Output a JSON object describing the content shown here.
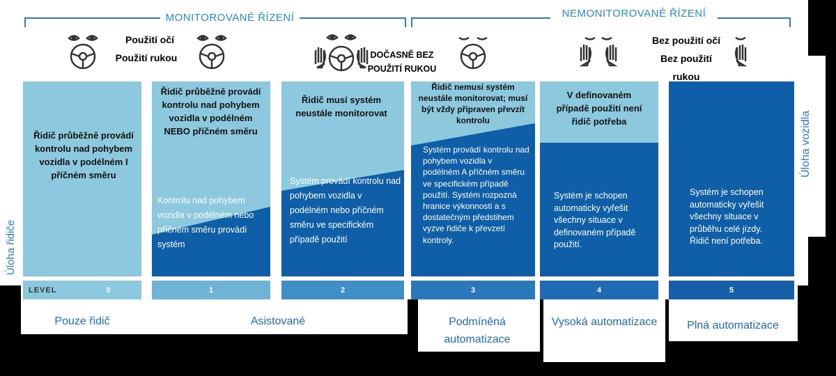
{
  "header": {
    "monitored": "MONITOROVANÉ ŘÍZENÍ",
    "unmonitored": "NEMONITOROVANÉ ŘÍZENÍ"
  },
  "labels": {
    "eyes_hands_line1": "Použití očí",
    "eyes_hands_line2": "Použití rukou",
    "temp_hands_line1": "DOČASNĚ BEZ",
    "temp_hands_line2": "POUŽITÍ RUKOU",
    "no_eyes_line1": "Bez použití očí",
    "no_eyes_line2": "Bez použití",
    "no_eyes_line3": "rukou"
  },
  "side": {
    "driver_task": "Úloha řidiče",
    "vehicle_task": "Úloha vozidla"
  },
  "columns": [
    {
      "driver_text": "Řidič průběžně provádí kontrolu nad pohybem vozidla v podélném I příčném směru",
      "system_text": "",
      "level": "0",
      "category": "Pouze řidič"
    },
    {
      "driver_text": "Řidič průběžně provádí kontrolu nad pohybem vozidla v podélném NEBO příčném směru",
      "system_text": "Kontrolu nad pohybem vozidla v podélném nebo příčném směru provádí systém",
      "level": "1",
      "category": "Asistované"
    },
    {
      "driver_text": "Řidič musí systém neustále monitorovat",
      "system_text": "Systém provádí kontrolu nad pohybem vozidla v podélném nebo příčném směru ve specifickém případě použití",
      "level": "2",
      "category": ""
    },
    {
      "driver_text": "Řidič nemusí systém neustále monitorovat; musí být vždy připraven převzít kontrolu",
      "system_text": "Systém provádí kontrolu nad pohybem vozidla v podélném A příčném směru ve specifickém případě použití. Systém rozpozná hranice výkonnosti a s dostatečným předstihem vyzve řidiče k převzetí kontroly.",
      "level": "3",
      "category": "Podmíněná automatizace"
    },
    {
      "driver_text": "V definovaném případě použití není řidič potřeba",
      "system_text": "Systém je schopen automaticky vyřešit všechny situace v definovaném případě použití.",
      "level": "4",
      "category": "Vysoká automatizace"
    },
    {
      "driver_text": "",
      "system_text": "Systém je schopen automaticky vyřešit všechny situace v průběhu celé jízdy. Řidič není potřeba.",
      "level": "5",
      "category": "Plná automatizace"
    }
  ],
  "level_label": "LEVEL",
  "colors": {
    "light_blue": "#8cc9de",
    "dark_blue": "#0f5fa8",
    "accent": "#2a8bc5",
    "level_bar": "#1f6fb5"
  }
}
